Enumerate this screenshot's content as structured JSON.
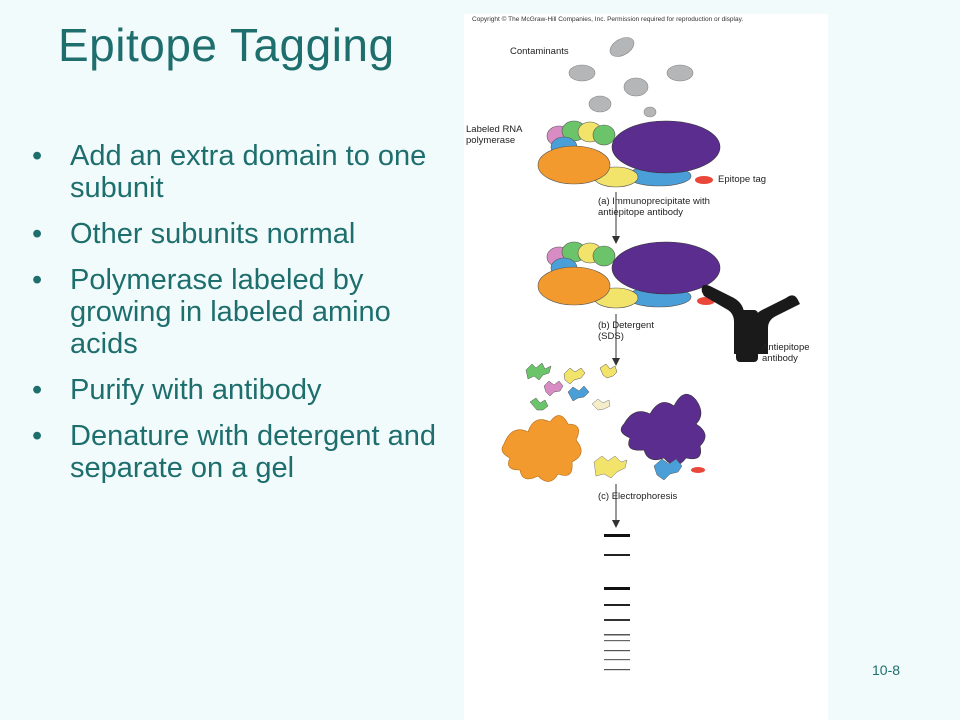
{
  "slide": {
    "title": "Epitope Tagging",
    "bullets": [
      "Add an extra domain to one subunit",
      "Other subunits normal",
      "Polymerase labeled by growing in labeled amino acids",
      "Purify with antibody",
      "Denature with detergent and separate on a gel"
    ],
    "bullet_symbol": "•",
    "number": "10-8"
  },
  "figure": {
    "copyright": "Copyright © The McGraw-Hill Companies, Inc. Permission required for reproduction or display.",
    "labels": {
      "contaminants": "Contaminants",
      "labeled_rna_polymerase": "Labeled RNA\npolymerase",
      "epitope_tag": "Epitope tag",
      "step_a": "(a)  Immunoprecipitate with\n       antiepitope antibody",
      "step_b": "(b)  Detergent\n       (SDS)",
      "antiepitope_antibody": "Antiepitope\nantibody",
      "step_c": "(c)  Electrophoresis"
    },
    "colors": {
      "contaminant": "#b4b6b8",
      "orange_subunit": "#f29a2e",
      "purple_subunit": "#5b2d8e",
      "blue_subunit": "#4a9fd8",
      "yellow_subunit": "#f2e36a",
      "green_subunit": "#6cc46a",
      "pink_subunit": "#d98cc4",
      "epitope_tag": "#e8473a",
      "antibody": "#1a1a1a"
    }
  }
}
